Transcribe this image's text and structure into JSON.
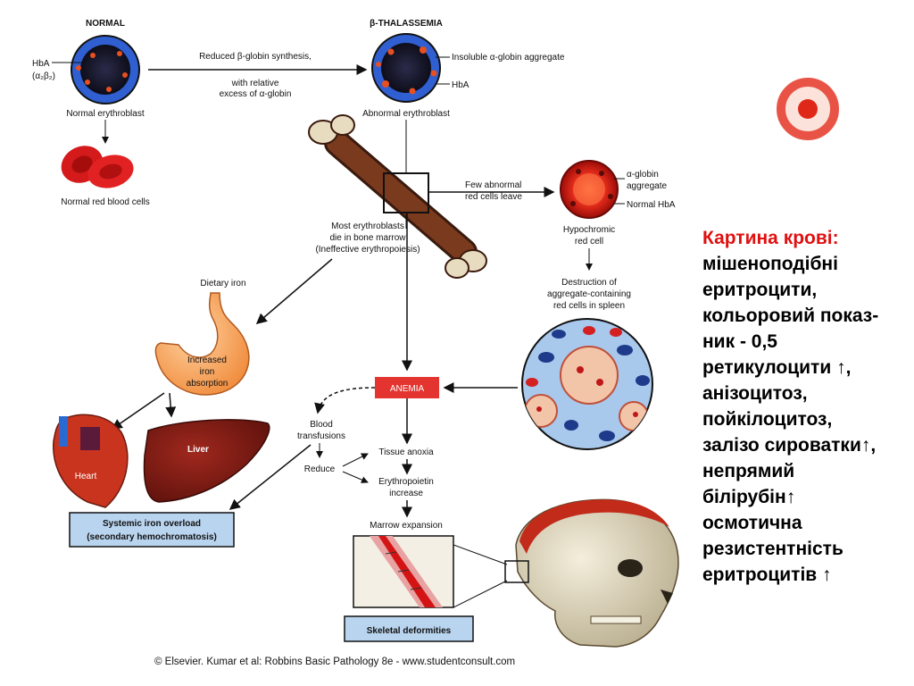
{
  "diagram": {
    "normal_title": "NORMAL",
    "thal_title": "β-THALASSEMIA",
    "hba_label": "HbA",
    "hba_formula": "(α₂β₂)",
    "normal_erythroblast": "Normal erythroblast",
    "normal_rbc": "Normal red blood cells",
    "arrow_text_1": "Reduced β-globin synthesis,",
    "arrow_text_2": "with relative",
    "arrow_text_3": "excess of α-globin",
    "insoluble_aggregate": "Insoluble α-globin aggregate",
    "hba_right": "HbA",
    "abnormal_erythroblast": "Abnormal erythroblast",
    "few_abnormal_1": "Few abnormal",
    "few_abnormal_2": "red cells leave",
    "alpha_aggregate_1": "α-globin",
    "alpha_aggregate_2": "aggregate",
    "normal_hba": "Normal HbA",
    "hypochromic_1": "Hypochromic",
    "hypochromic_2": "red cell",
    "destruction_1": "Destruction of",
    "destruction_2": "aggregate-containing",
    "destruction_3": "red cells in spleen",
    "most_die_1": "Most erythroblasts",
    "most_die_2": "die in bone marrow",
    "most_die_3": "(Ineffective erythropoiesis)",
    "dietary_iron": "Dietary iron",
    "increased_1": "Increased",
    "increased_2": "iron",
    "increased_3": "absorption",
    "anemia": "ANEMIA",
    "blood_1": "Blood",
    "blood_2": "transfusions",
    "reduce": "Reduce",
    "tissue_anoxia": "Tissue anoxia",
    "epo_1": "Erythropoietin",
    "epo_2": "increase",
    "marrow_expansion": "Marrow expansion",
    "heart": "Heart",
    "liver": "Liver",
    "systemic_1": "Systemic iron overload",
    "systemic_2": "(secondary hemochromatosis)",
    "skeletal": "Skeletal deformities"
  },
  "side_panel": {
    "heading": "Картина крові:",
    "lines": [
      "мішеноподібні",
      "еритроцити,",
      "кольоровий показ-",
      "ник - 0,5",
      "ретикулоцити ↑,",
      "анізоцитоз,",
      "пойкілоцитоз,",
      "залізо сироватки↑,",
      "непрямий",
      "білірубін↑",
      "осмотична",
      "резистентність",
      "еритроцитів ↑"
    ]
  },
  "credit": "© Elsevier. Kumar et al: Robbins Basic Pathology 8e - www.studentconsult.com",
  "colors": {
    "anemia_box": "#e3342f",
    "info_box": "#b9d4ef",
    "heading": "#e01010",
    "cell_nucleus": "#1a1a2e",
    "cell_ring": "#2f5fd0"
  }
}
